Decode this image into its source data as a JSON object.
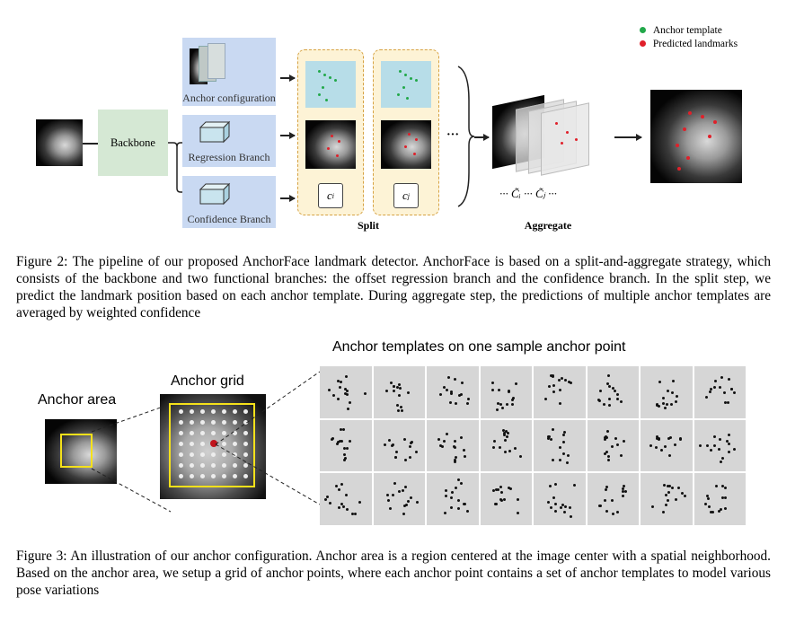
{
  "figure2": {
    "backbone_label": "Backbone",
    "anchor_configuration_label": "Anchor configuration",
    "regression_branch_label": "Regression Branch",
    "confidence_branch_label": "Confidence Branch",
    "c_i": "c",
    "c_i_sub": "i",
    "c_j": "c",
    "c_j_sub": "j",
    "split_label": "Split",
    "aggregate_label": "Aggregate",
    "ellipsis": "···",
    "aggregate_formula": "··· C̃ᵢ ··· C̃ⱼ ···",
    "legend": {
      "anchor_template": "Anchor template",
      "predicted_landmarks": "Predicted landmarks",
      "anchor_color": "#22a84a",
      "landmark_color": "#e0202a"
    },
    "caption": "Figure 2: The pipeline of our proposed AnchorFace landmark detector. AnchorFace is based on a split-and-aggregate strategy, which consists of the backbone and two functional branches: the offset regression branch and the confidence branch. In the split step, we predict the landmark position based on each anchor template. During aggregate step, the predictions of multiple anchor templates are averaged by weighted confidence"
  },
  "figure3": {
    "anchor_area_label": "Anchor area",
    "anchor_grid_label": "Anchor grid",
    "templates_title": "Anchor templates on one sample anchor point",
    "highlight_color": "#f5e11a",
    "center_point_color": "#c0141c",
    "caption": "Figure 3: An illustration of our anchor configuration. Anchor area is a region centered at the image center with a spatial neighborhood. Based on the anchor area, we setup a grid of anchor points, where each anchor point contains a set of anchor templates to model various pose variations"
  }
}
